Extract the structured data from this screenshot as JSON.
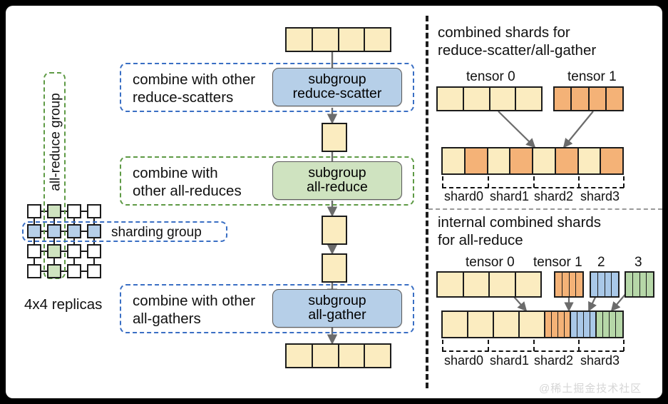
{
  "figure": {
    "title_absent": true,
    "watermark": "@稀土掘金技术社区"
  },
  "left_panel": {
    "all_reduce_group_label": "all-reduce group",
    "sharding_group_label": "sharding group",
    "replicas_caption": "4x4 replicas",
    "grid": {
      "rows": 4,
      "cols": 4,
      "colors": [
        [
          "white",
          "green",
          "white",
          "white"
        ],
        [
          "blue",
          "blue",
          "blue",
          "blue"
        ],
        [
          "white",
          "green",
          "white",
          "white"
        ],
        [
          "white",
          "green",
          "white",
          "white"
        ]
      ]
    }
  },
  "flow": {
    "top_tensor_cells": 4,
    "bottom_tensor_cells": 4,
    "stages": [
      {
        "id": "reduce-scatter",
        "combine_text_line1": "combine with other",
        "combine_text_line2": "reduce-scatters",
        "op_line1": "subgroup",
        "op_line2": "reduce-scatter",
        "frame_color": "#3a6fc4",
        "op_color": "#b6cfe8"
      },
      {
        "id": "all-reduce",
        "combine_text_line1": "combine with",
        "combine_text_line2": "other all-reduces",
        "op_line1": "subgroup",
        "op_line2": "all-reduce",
        "frame_color": "#5e9a45",
        "op_color": "#cfe3c0"
      },
      {
        "id": "all-gather",
        "combine_text_line1": "combine with other",
        "combine_text_line2": "all-gathers",
        "op_line1": "subgroup",
        "op_line2": "all-gather",
        "frame_color": "#3a6fc4",
        "op_color": "#b6cfe8"
      }
    ]
  },
  "right_top": {
    "heading_line1": "combined shards for",
    "heading_line2": "reduce-scatter/all-gather",
    "tensor0_label": "tensor 0",
    "tensor1_label": "tensor 1",
    "tensor0_cells": 4,
    "tensor1_cells": 4,
    "combined_cells": [
      "yellow",
      "orange",
      "yellow",
      "orange",
      "yellow",
      "orange",
      "yellow",
      "orange"
    ],
    "shard_labels": [
      "shard0",
      "shard1",
      "shard2",
      "shard3"
    ]
  },
  "right_bottom": {
    "heading_line1": "internal combined shards",
    "heading_line2": "for all-reduce",
    "tensor0_label": "tensor 0",
    "tensor1_label": "tensor 1",
    "tensor2_label": "2",
    "tensor3_label": "3",
    "tensor0_cells": 4,
    "tensor1_cells": 4,
    "tensor2_cells": 4,
    "tensor3_cells": 4,
    "combined_groups": [
      {
        "color": "yellow",
        "cells": 4,
        "width": 25
      },
      {
        "color": "orange",
        "cells": 4,
        "width": 9.5
      },
      {
        "color": "blue",
        "cells": 4,
        "width": 9.5
      },
      {
        "color": "green",
        "cells": 4,
        "width": 9.5
      }
    ],
    "shard_labels": [
      "shard0",
      "shard1",
      "shard2",
      "shard3"
    ]
  },
  "colors": {
    "yellow": "#fbecc0",
    "orange": "#f4b277",
    "blue": "#a9c8e8",
    "green": "#b6d7a8",
    "frame_blue": "#3a6fc4",
    "frame_green": "#5e9a45",
    "op_blue": "#b6cfe8",
    "op_green": "#cfe3c0",
    "arrow": "#6b6b6b"
  }
}
